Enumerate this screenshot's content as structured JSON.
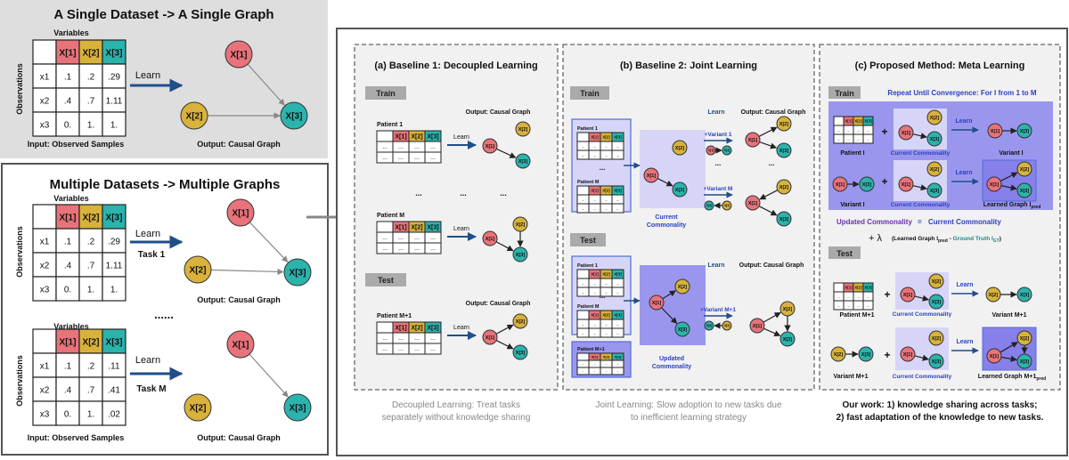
{
  "colors": {
    "red": "#e8737a",
    "yellow": "#d8b23c",
    "teal": "#2bb3ad",
    "arrow": "#1f4e89",
    "blue_text": "#2a3fc4",
    "teal_text": "#1b8a8a",
    "panel_grey": "#dedede",
    "purple_fill": "#9a96ee",
    "lavender_fill": "#d7d5f7"
  },
  "top_left": {
    "title": "A Single Dataset -> A Single Graph",
    "variables": "Variables",
    "observations": "Observations",
    "headers": [
      "X[1]",
      "X[2]",
      "X[3]"
    ],
    "rows": [
      [
        "x1",
        ".1",
        ".2",
        ".29"
      ],
      [
        "x2",
        ".4",
        ".7",
        "1.11"
      ],
      [
        "x3",
        "0.",
        "1.",
        "1."
      ]
    ],
    "learn": "Learn",
    "input_label": "Input: Observed Samples",
    "output_label": "Output: Causal Graph"
  },
  "bottom_left": {
    "title": "Multiple Datasets -> Multiple Graphs",
    "variables": "Variables",
    "observations": "Observations",
    "headers": [
      "X[1]",
      "X[2]",
      "X[3]"
    ],
    "rows1": [
      [
        "x1",
        ".1",
        ".2",
        ".29"
      ],
      [
        "x2",
        ".4",
        ".7",
        "1.11"
      ],
      [
        "x3",
        "0.",
        "1.",
        "1."
      ]
    ],
    "rows2": [
      [
        "x1",
        ".1",
        ".2",
        ".11"
      ],
      [
        "x2",
        ".4",
        ".7",
        ".41"
      ],
      [
        "x3",
        "0.",
        "1.",
        ".02"
      ]
    ],
    "learn": "Learn",
    "task1": "Task 1",
    "taskM": "Task M",
    "output_label": "Output: Causal Graph",
    "input_label": "Input: Observed Samples",
    "output_label2": "Output: Causal Graph",
    "dots": "......"
  },
  "nodes": {
    "x1": "X[1]",
    "x2": "X[2]",
    "x3": "X[3]"
  },
  "panel_a": {
    "title": "(a) Baseline 1: Decoupled Learning",
    "train": "Train",
    "test": "Test",
    "patient1": "Patient 1",
    "patientM": "Patient M",
    "patientM1": "Patient M+1",
    "learn": "Learn",
    "output": "Output: Causal Graph",
    "output2": "Output: Causal Graph",
    "dots": "...",
    "cell_dots": "...",
    "caption1": "Decoupled Learning: Treat tasks",
    "caption2": "separately without knowledge sharing"
  },
  "panel_b": {
    "title": "(b) Baseline 2: Joint Learning",
    "train": "Train",
    "test": "Test",
    "patient1": "Patient 1",
    "patientM": "Patient M",
    "patientM1": "Patient M+1",
    "learn": "Learn",
    "output": "Output: Causal Graph",
    "variant1": "+Variant 1",
    "variantM": "+Variant M",
    "variantM1": "+Variant M+1",
    "current_commonality_1": "Current",
    "current_commonality_2": "Commonality",
    "updated_commonality_1": "Updated",
    "updated_commonality_2": "Commonality",
    "dots": "...",
    "caption1": "Joint Learning: Slow adoption to new tasks due",
    "caption2": "to inefficient learning strategy"
  },
  "panel_c": {
    "title": "(c) Proposed Method: Meta Learning",
    "train": "Train",
    "test": "Test",
    "repeat": "Repeat Until Convergence: For I from 1 to M",
    "patientI": "Patient I",
    "variantI": "Variant I",
    "current_commonality": "Current Commonality",
    "learned_graph": "Learned Graph I",
    "pred_sub": "pred",
    "learn": "Learn",
    "plus": "+",
    "updated_commonality": "Updated Commonality",
    "equals": "=",
    "current_commonality_eq": "Current Commonality",
    "plus_lambda": "+ λ",
    "formula_a": "(Learned Graph I",
    "formula_b": " - ",
    "formula_c": "Ground Truth I",
    "gt_sub": "GT",
    "formula_d": ")",
    "patientM1": "Patient M+1",
    "variantM1": "Variant M+1",
    "learned_graph_m1": "Learned Graph M+1",
    "caption1": "Our work: 1) knowledge sharing across tasks;",
    "caption2": "2) fast adaptation of the knowledge to new tasks."
  }
}
